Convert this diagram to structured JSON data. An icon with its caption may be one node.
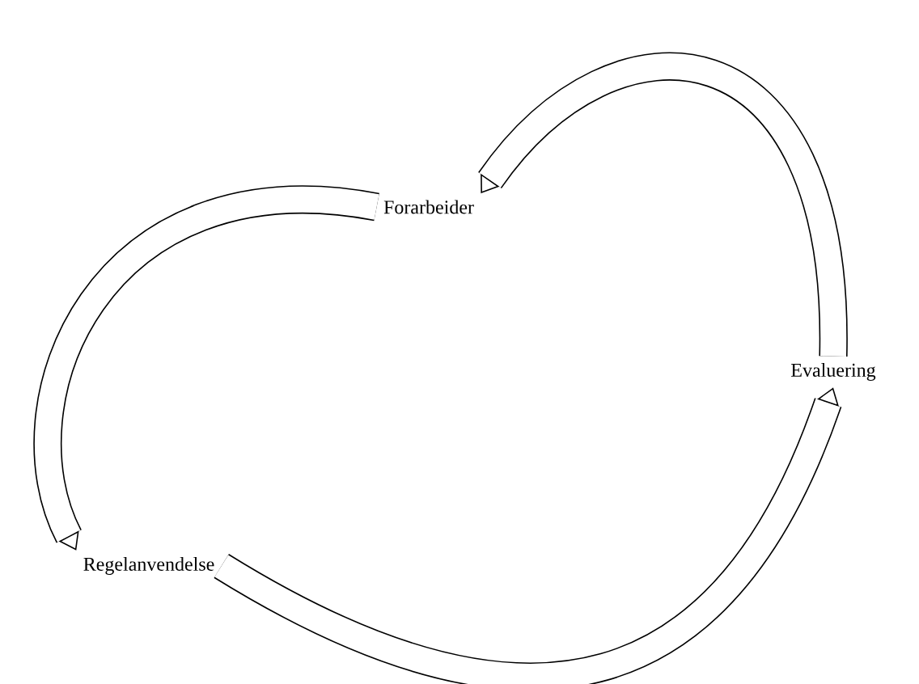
{
  "diagram": {
    "nodes": [
      {
        "text": [
          "Forarbeider"
        ]
      },
      {
        "text": [
          "Evaluering"
        ]
      },
      {
        "text": [
          "Regelanvendelse"
        ]
      }
    ],
    "edges": [
      {
        "from": 0,
        "to": 2,
        "arrow": "to"
      },
      {
        "from": 2,
        "to": 1,
        "arrow": "to"
      },
      {
        "from": 1,
        "to": 0,
        "arrow": "to"
      }
    ]
  }
}
